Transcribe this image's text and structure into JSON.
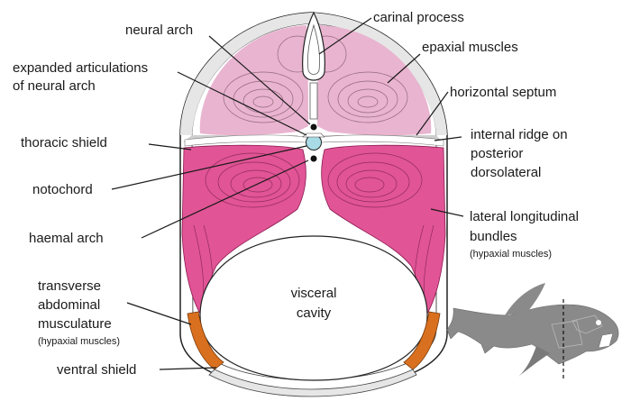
{
  "labels": {
    "neural_arch": "neural arch",
    "carinal_process": "carinal process",
    "epaxial_muscles": "epaxial muscles",
    "expanded_articulations_l1": "expanded articulations",
    "expanded_articulations_l2": "of neural arch",
    "horizontal_septum": "horizontal septum",
    "thoracic_shield": "thoracic shield",
    "internal_ridge_l1": "internal ridge on",
    "internal_ridge_l2": "posterior",
    "internal_ridge_l3": "dorsolateral",
    "notochord": "notochord",
    "haemal_arch": "haemal arch",
    "lateral_bundles_l1": "lateral longitudinal",
    "lateral_bundles_l2": "bundles",
    "lateral_bundles_sub": "(hypaxial muscles)",
    "visceral_l1": "visceral",
    "visceral_l2": "cavity",
    "transverse_l1": "transverse",
    "transverse_l2": "abdominal",
    "transverse_l3": "musculature",
    "transverse_sub": "(hypaxial muscles)",
    "ventral_shield": "ventral shield"
  },
  "colors": {
    "epaxial": "#e9b4d0",
    "hypaxial": "#e15496",
    "transverse": "#d9701f",
    "notochord": "#a8dbe6",
    "shield_gray": "#d9d9d9",
    "silhouette": "#8a8a8a"
  }
}
